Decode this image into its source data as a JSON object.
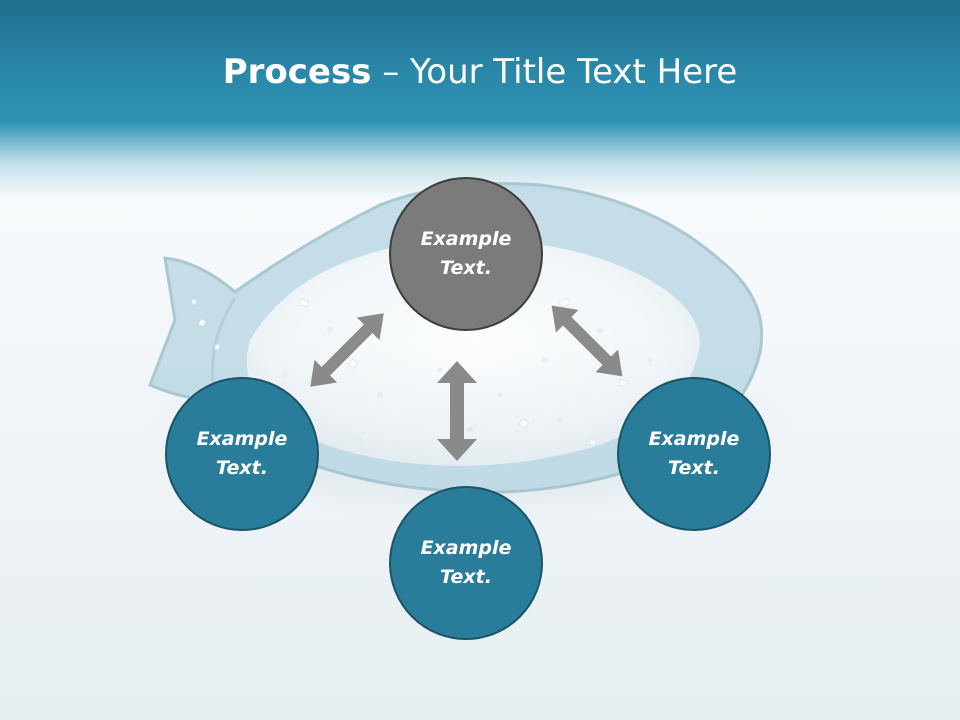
{
  "title": {
    "bold": "Process",
    "rest": " – Your Title Text Here"
  },
  "nodes": [
    {
      "label": "Example Text.",
      "color": "#7b7b7b"
    },
    {
      "label": "Example Text.",
      "color": "#2a7d9a"
    },
    {
      "label": "Example Text.",
      "color": "#2a7d9a"
    },
    {
      "label": "Example Text.",
      "color": "#2a7d9a"
    }
  ],
  "colors": {
    "header": "#2a87a8",
    "arrow": "#8a8a8a",
    "dish": "#b9d6e2"
  },
  "icons": [
    "double-arrow-icon",
    "fish-dish-image"
  ]
}
